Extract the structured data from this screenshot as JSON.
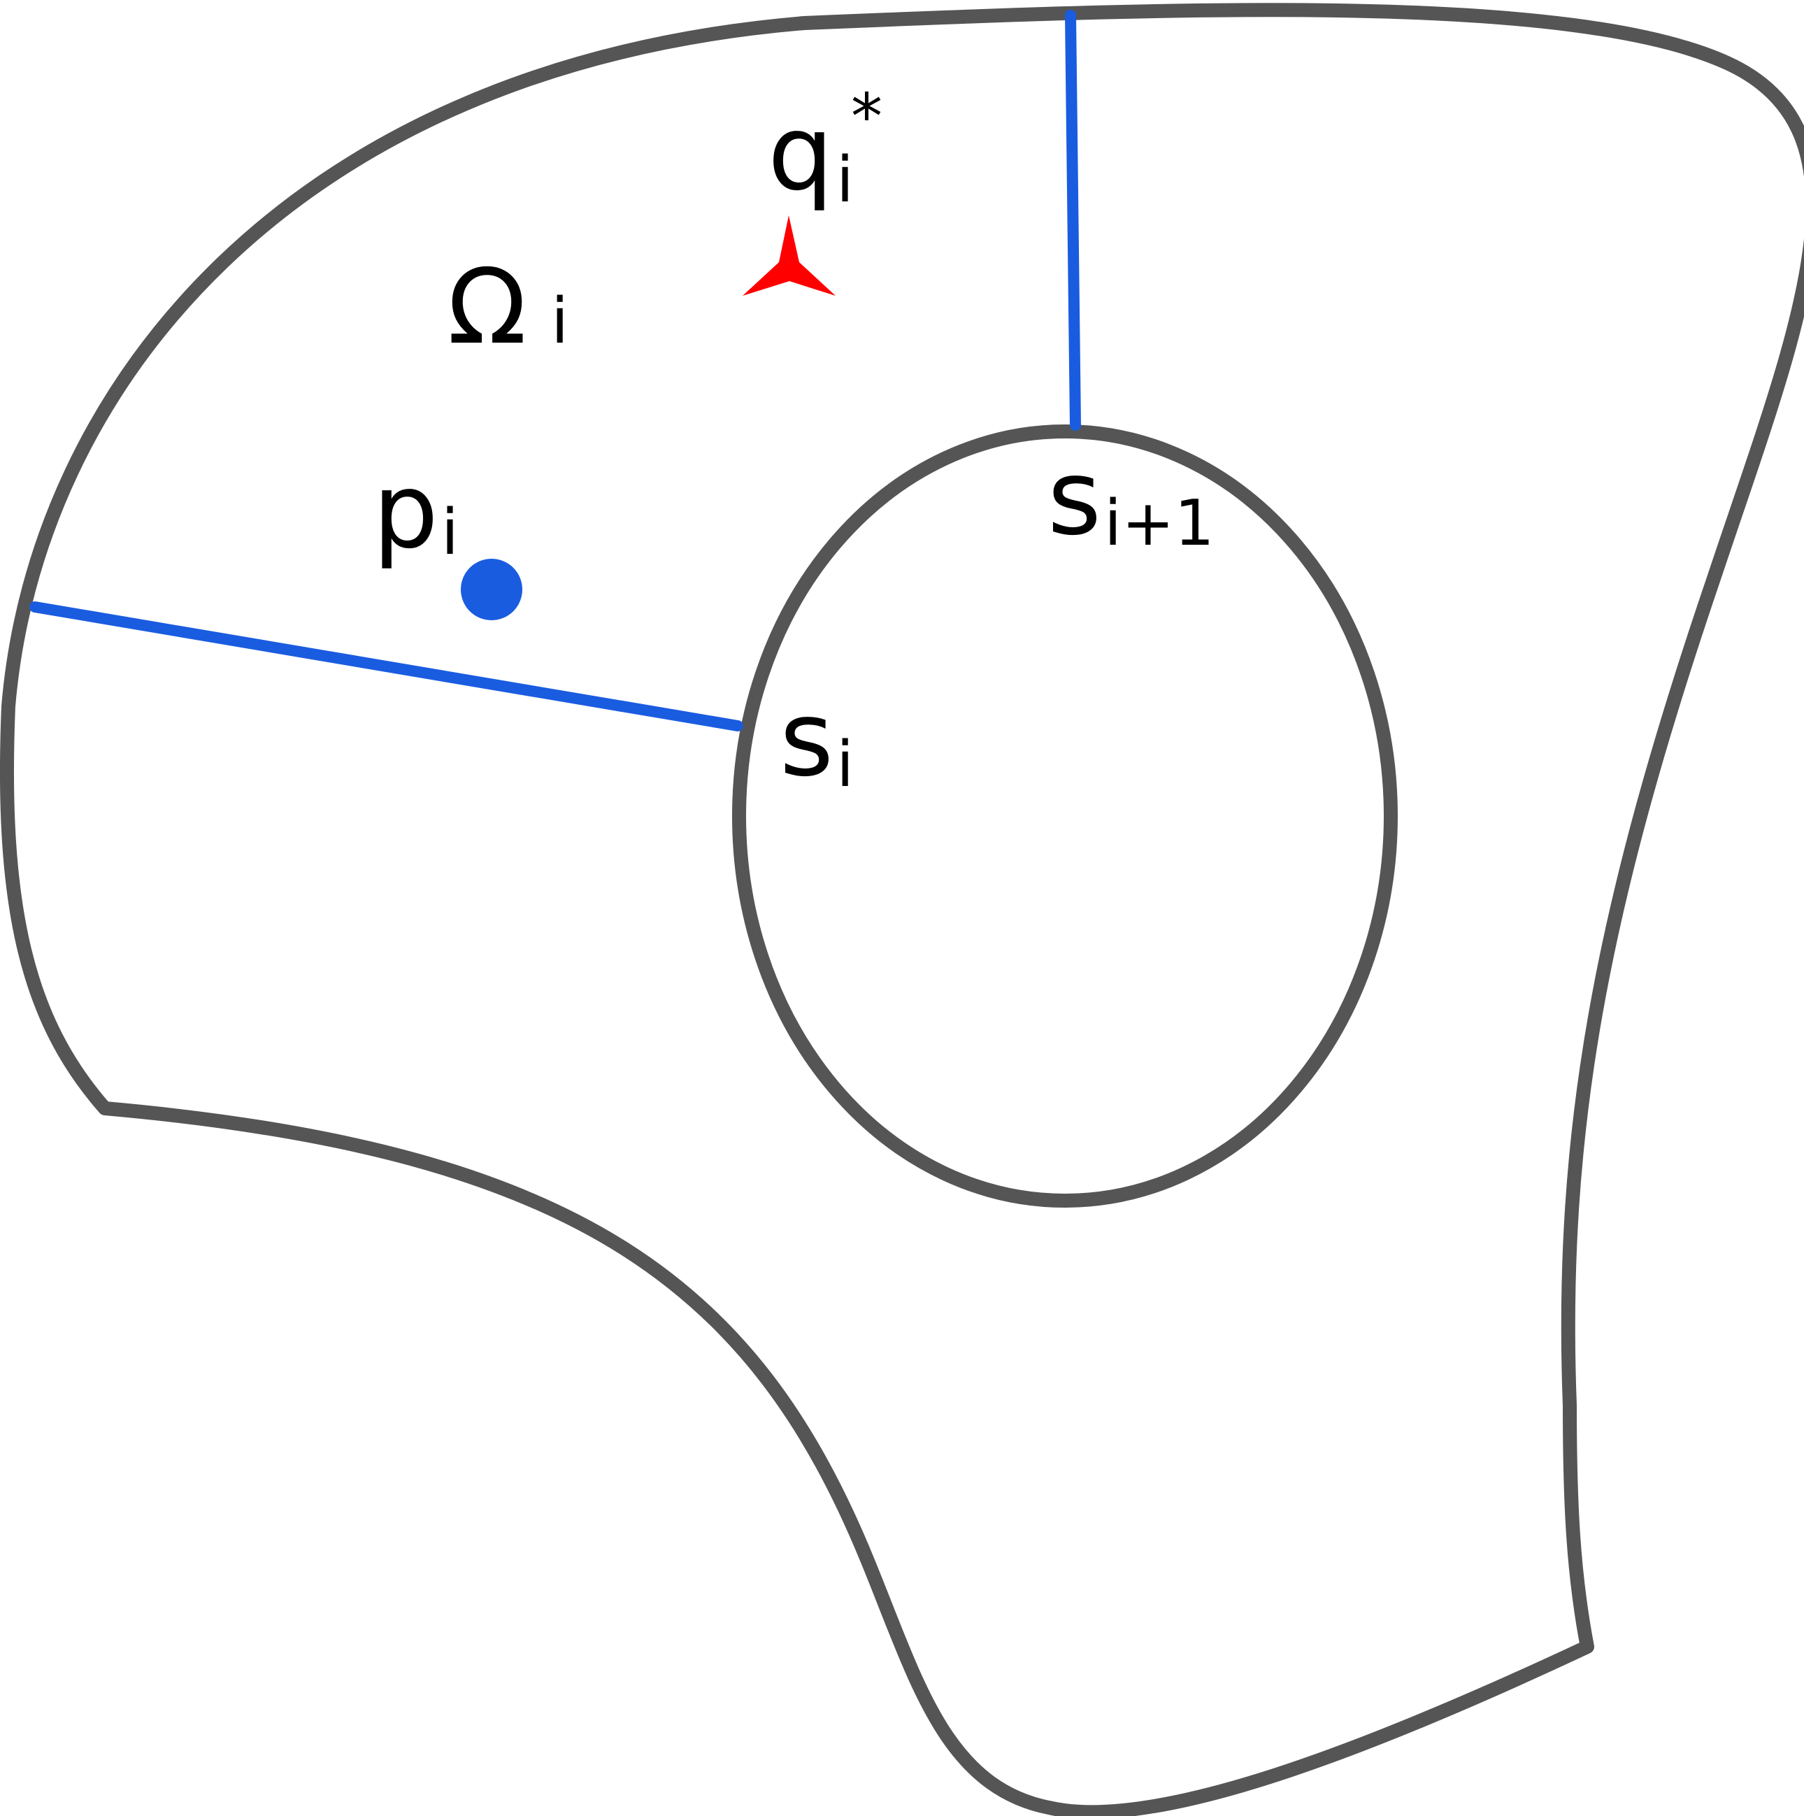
{
  "colors": {
    "outline": "#555555",
    "cut_line": "#1a5ce0",
    "point": "#1a5ce0",
    "marker": "#ff0000",
    "text": "#000000",
    "background": "#ffffff"
  },
  "labels": {
    "omega": {
      "base": "Ω",
      "sub": "i"
    },
    "q": {
      "base": "q",
      "sub": "i",
      "sup": "*"
    },
    "p": {
      "base": "p",
      "sub": "i"
    },
    "s_i": {
      "base": "s",
      "sub": "i"
    },
    "s_i1": {
      "base": "s",
      "sub": "i+1"
    }
  },
  "icons": {
    "point": "filled-circle",
    "marker": "arrowhead-marker"
  }
}
